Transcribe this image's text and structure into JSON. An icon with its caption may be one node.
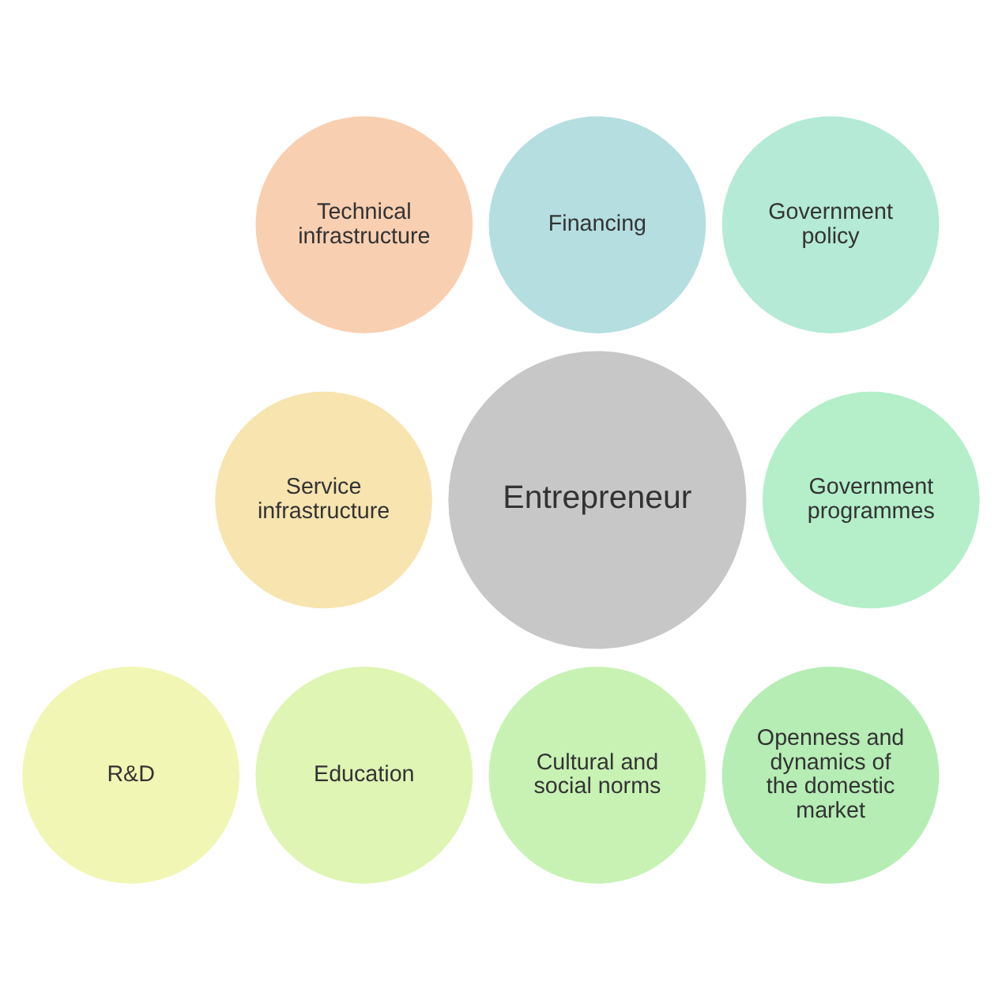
{
  "diagram": {
    "nodes": [
      {
        "text": [
          "Entrepreneur"
        ]
      },
      {
        "text": [
          "Financing"
        ]
      },
      {
        "text": [
          "Government policy"
        ]
      },
      {
        "text": [
          "Government programmes"
        ]
      },
      {
        "text": [
          "Openness and dynamics of the domestic market"
        ]
      },
      {
        "text": [
          "Cultural and social norms"
        ]
      },
      {
        "text": [
          "Education"
        ]
      },
      {
        "text": [
          "R&D"
        ]
      },
      {
        "text": [
          "Service infrastructure"
        ]
      },
      {
        "text": [
          "Technical infrastructure"
        ]
      }
    ],
    "edges": []
  }
}
